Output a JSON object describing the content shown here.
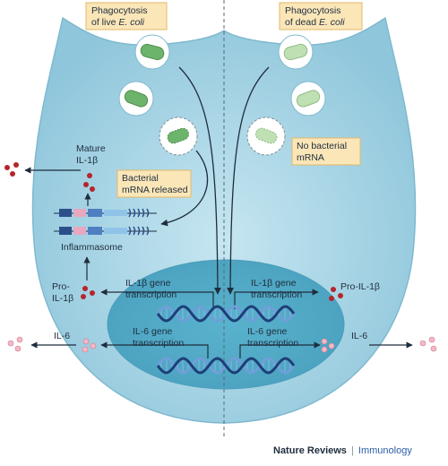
{
  "boxes": {
    "live": {
      "line1": "Phagocytosis",
      "line2_prefix": "of live ",
      "line2_italic": "E. coli"
    },
    "dead": {
      "line1": "Phagocytosis",
      "line2_prefix": "of dead ",
      "line2_italic": "E. coli"
    },
    "released": {
      "line1": "Bacterial",
      "line2": "mRNA released"
    },
    "no_mrna": {
      "line1": "No bacterial",
      "line2": "mRNA"
    }
  },
  "labels": {
    "mature_line1": "Mature",
    "mature_line2": "IL-1β",
    "inflammasome": "Inflammasome",
    "pro_left_line1": "Pro-",
    "pro_left_line2": "IL-1β",
    "il6_left": "IL-6",
    "il1b_left_line1": "IL-1β gene",
    "il1b_left_line2": "transcription",
    "il6_tx_left_line1": "IL-6 gene",
    "il6_tx_left_line2": "transcription",
    "il1b_right_line1": "IL-1β gene",
    "il1b_right_line2": "transcription",
    "il6_tx_right_line1": "IL-6 gene",
    "il6_tx_right_line2": "transcription",
    "pro_right": "Pro-IL-1β",
    "il6_right": "IL-6"
  },
  "credit": {
    "publisher": "Nature Reviews",
    "separator": "|",
    "journal": "Immunology"
  },
  "colors": {
    "cell": "#a9d6e6",
    "cell_edge": "#7fb9cf",
    "nucleus": "#5fb4cf",
    "box_fill": "#fbe6b8",
    "box_border": "#e2b968",
    "bacteria_live": "#6cb36c",
    "bacteria_dead": "#bfe0b3",
    "dna_dark": "#1d3f78",
    "dna_light": "#6f9fd8",
    "il1b_dot": "#b5252b",
    "il6_dot": "#f3b9c6"
  }
}
